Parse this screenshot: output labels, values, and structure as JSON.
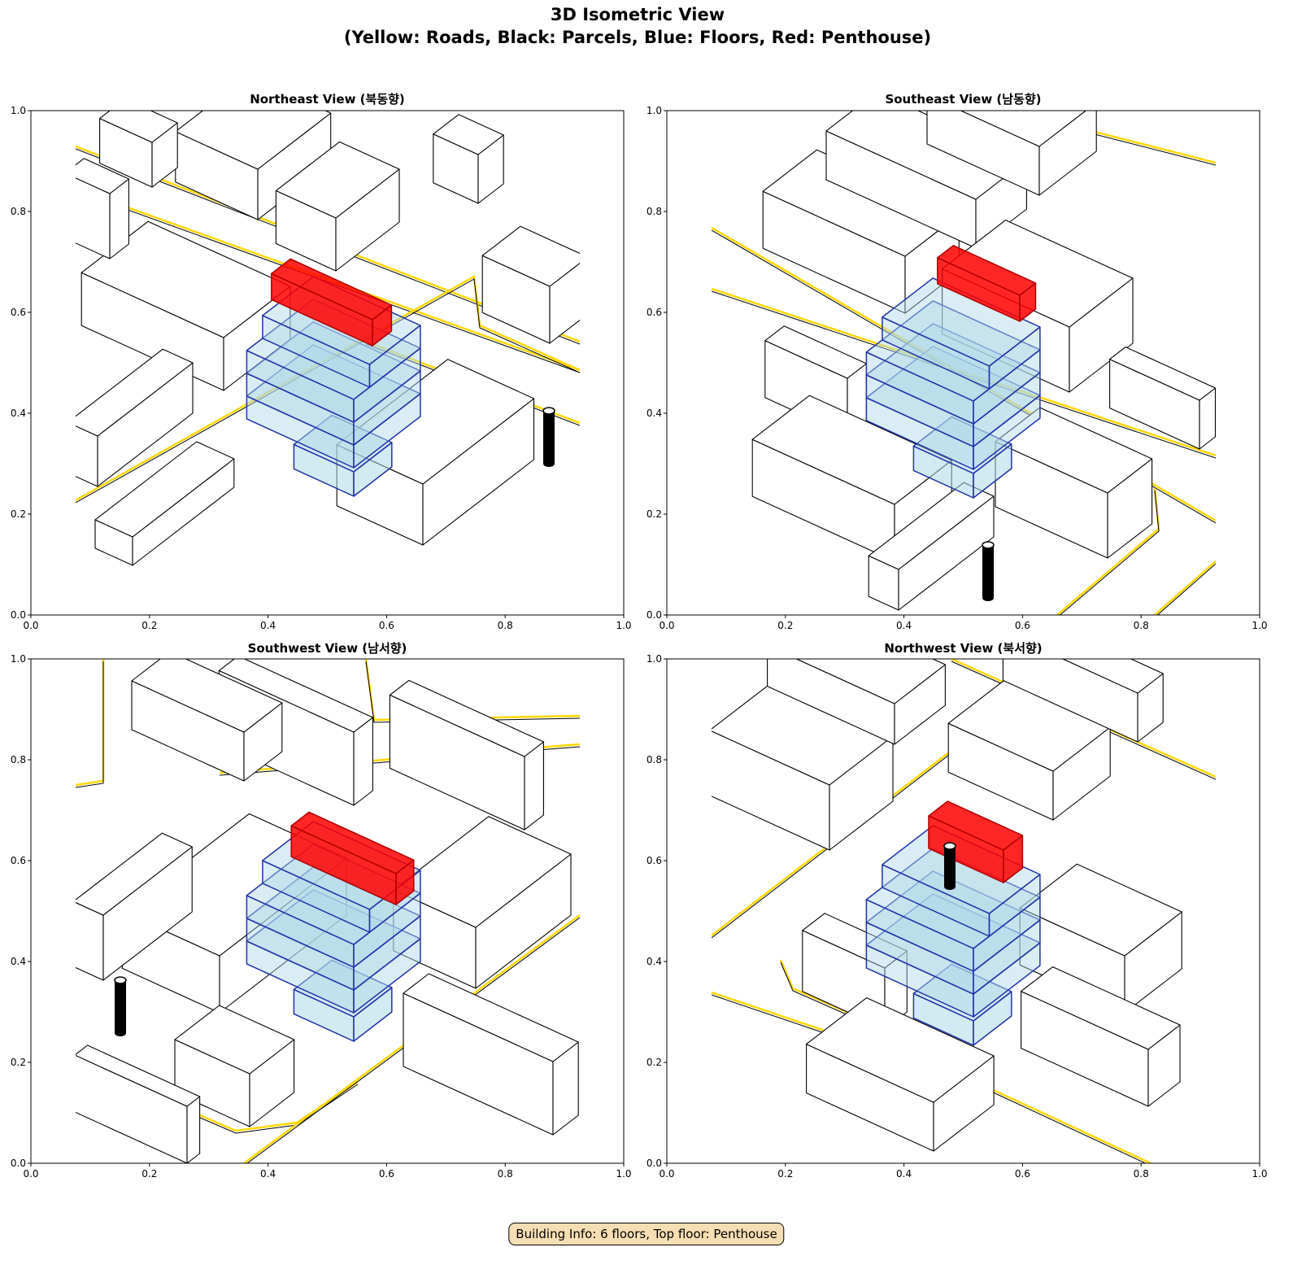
{
  "title": {
    "line1": "3D Isometric View",
    "line2": "(Yellow: Roads, Black: Parcels, Blue: Floors, Red: Penthouse)"
  },
  "panels": [
    {
      "title": "Northeast View (북동향)"
    },
    {
      "title": "Southeast View (남동향)"
    },
    {
      "title": "Southwest View (남서향)"
    },
    {
      "title": "Northwest View (북서향)"
    }
  ],
  "axes": {
    "xlim": [
      0,
      1
    ],
    "ylim": [
      0,
      1
    ],
    "tick_labels": [
      "0.0",
      "0.2",
      "0.4",
      "0.6",
      "0.8",
      "1.0"
    ]
  },
  "building": {
    "floors": 6,
    "top_floor": "Penthouse"
  },
  "footer": "Building Info: 6 floors, Top floor: Penthouse",
  "colors": {
    "roads": "#ffd700",
    "parcels": "#000000",
    "floors_fill": "#add8e6",
    "floors_edge": "#2233aa",
    "penthouse": "#ff0000",
    "info_box": "#f5deb3"
  }
}
